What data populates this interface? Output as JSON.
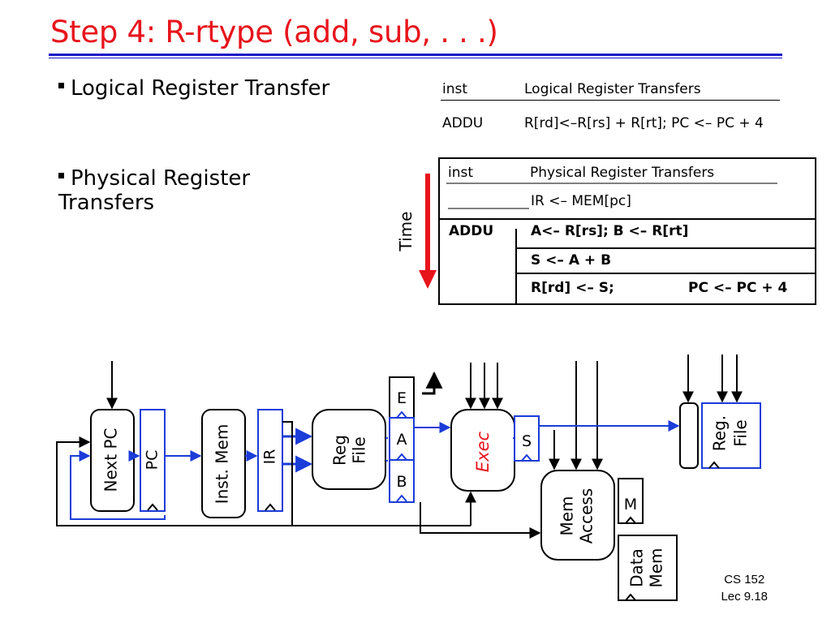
{
  "title": "Step 4: R-rtype (add, sub, . . .)",
  "bullets": [
    "Logical Register Transfer",
    "Physical Register Transfers"
  ],
  "logical_table": {
    "headers": [
      "inst",
      "Logical Register Transfers"
    ],
    "rows": [
      [
        "ADDU",
        "R[rd]<–R[rs] + R[rt]; PC <– PC + 4"
      ]
    ]
  },
  "physical_table": {
    "headers": [
      "inst",
      "Physical Register Transfers"
    ],
    "fetch_row": "IR <– MEM[pc]",
    "inst_label": "ADDU",
    "steps": [
      "A<– R[rs]; B <– R[rt]",
      "S <– A + B",
      "R[rd] <– S;",
      "PC <– PC + 4"
    ]
  },
  "time_label": "Time",
  "diagram": {
    "next_pc": "Next PC",
    "pc": "PC",
    "inst_mem": "Inst. Mem",
    "ir": "IR",
    "reg_file_1": "Reg File",
    "reg_file_line1": "Reg",
    "reg_file_line2": "File",
    "e": "E",
    "a": "A",
    "b": "B",
    "exec": "Exec",
    "s": "S",
    "mem_access_line1": "Mem",
    "mem_access_line2": "Access",
    "m": "M",
    "data_mem_line1": "Data",
    "data_mem_line2": "Mem",
    "reg_file_2_line1": "Reg.",
    "reg_file_2_line2": "File"
  },
  "footer": {
    "course": "CS 152",
    "lecture": "Lec 9.18"
  },
  "colors": {
    "title": "#e8141c",
    "rule": "#1a1ac8",
    "wire_blue": "#1a3cd8",
    "time_arrow": "#e8141c"
  }
}
